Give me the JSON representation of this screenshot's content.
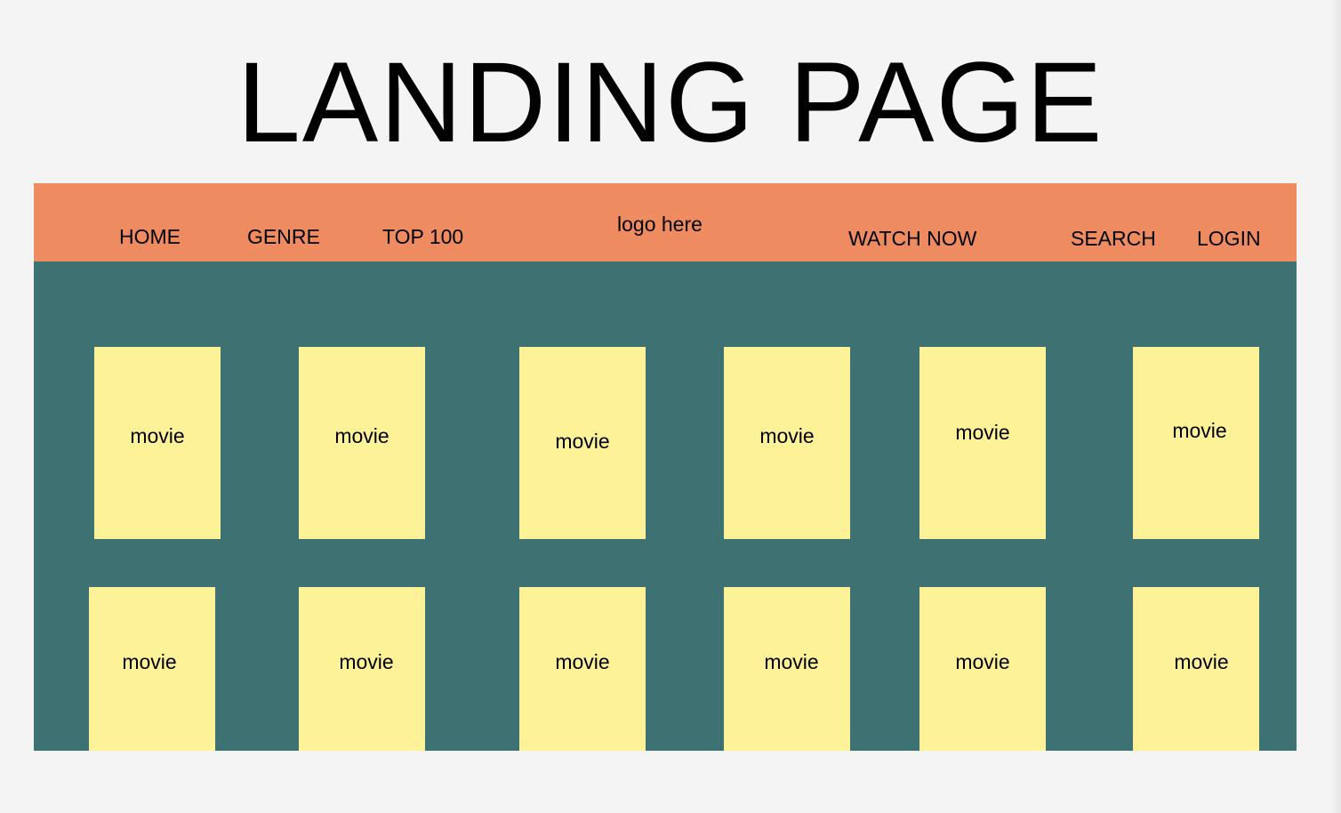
{
  "page": {
    "title": "LANDING PAGE"
  },
  "navbar": {
    "home": "HOME",
    "genre": "GENRE",
    "top100": "TOP 100",
    "logo": "logo here",
    "watch_now": "WATCH NOW",
    "search": "SEARCH",
    "login": "LOGIN"
  },
  "movies": {
    "row1": [
      "movie",
      "movie",
      "movie",
      "movie",
      "movie",
      "movie"
    ],
    "row2": [
      "movie",
      "movie",
      "movie",
      "movie",
      "movie",
      "movie"
    ]
  },
  "colors": {
    "background": "#f4f4f4",
    "navbar": "#ef8b61",
    "content": "#3e7171",
    "card": "#fef298"
  }
}
